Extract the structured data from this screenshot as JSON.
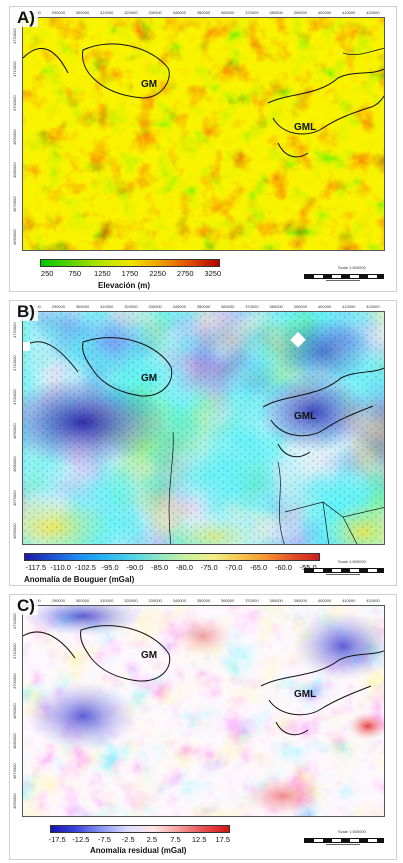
{
  "x_ticks": [
    "280000",
    "290000",
    "300000",
    "310000",
    "320000",
    "330000",
    "340000",
    "350000",
    "360000",
    "370000",
    "380000",
    "390000",
    "400000",
    "410000",
    "420000"
  ],
  "y_ticks": [
    "4720000",
    "4710000",
    "4700000",
    "4690000",
    "4680000",
    "4670000",
    "4660000"
  ],
  "scale_label": "Scale 1:500000",
  "panels": [
    {
      "id": "A",
      "label": "A)",
      "regions": [
        "GM",
        "GML"
      ],
      "colorbar_title": "Elevación (m)",
      "colorbar_ticks": [
        "250",
        "750",
        "1250",
        "1750",
        "2250",
        "2750",
        "3250"
      ],
      "colorbar_colors": [
        "#00c800",
        "#5ad200",
        "#b4e600",
        "#f0e600",
        "#f0a000",
        "#e05000",
        "#b40000"
      ]
    },
    {
      "id": "B",
      "label": "B)",
      "regions": [
        "GM",
        "GML"
      ],
      "colorbar_title": "Anomalía de Bouguer (mGal)",
      "colorbar_ticks": [
        "-117.5",
        "-110.0",
        "-102.5",
        "-95.0",
        "-90.0",
        "-85.0",
        "-80.0",
        "-75.0",
        "-70.0",
        "-65.0",
        "-60.0",
        "-55.0"
      ],
      "colorbar_colors": [
        "#1a1aa0",
        "#1e50d2",
        "#1e8cf0",
        "#28b4f0",
        "#50d2e6",
        "#8ce6c8",
        "#c8f0a0",
        "#f0f08c",
        "#f5c850",
        "#f59632",
        "#e65028",
        "#c81e1e"
      ]
    },
    {
      "id": "C",
      "label": "C)",
      "regions": [
        "GM",
        "GML"
      ],
      "colorbar_title": "Anomalía residual (mGal)",
      "colorbar_ticks": [
        "-17.5",
        "-12.5",
        "-7.5",
        "-2.5",
        "2.5",
        "7.5",
        "12.5",
        "17.5"
      ],
      "colorbar_colors": [
        "#1414b4",
        "#3c46dc",
        "#8c96f0",
        "#dcdcff",
        "#ffe6e6",
        "#f5a0a0",
        "#e85050",
        "#d21414"
      ]
    }
  ]
}
